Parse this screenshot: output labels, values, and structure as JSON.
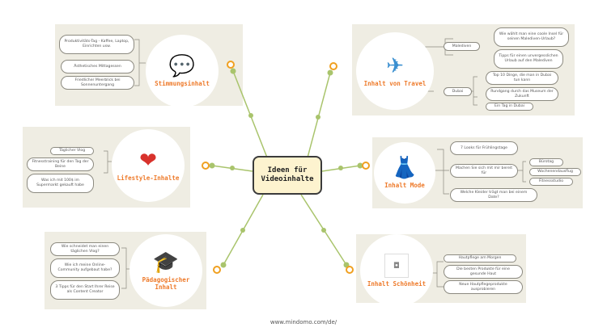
{
  "central": {
    "label": "Ideen für Videoinhalte"
  },
  "topics": [
    {
      "title": "Stimmungsinhalt",
      "icon": "heart-speech-bubble-icon",
      "items": [
        "Produktivitäts-Tag - Kaffee, Laptop, Einrichten usw.",
        "Ästhetisches Mittagessen",
        "Friedlicher Meerblick bei Sonnenuntergang"
      ]
    },
    {
      "title": "Inhalt von Travel",
      "icon": "airplane-icon",
      "items": [
        {
          "label": "Malediven",
          "children": [
            "Wie wählt man eine coole Insel für seinen Malediven-Urlaub?",
            "Tipps für einen unvergesslichen Urlaub auf den Malediven"
          ]
        },
        {
          "label": "Dubai",
          "children": [
            "Top 10 Dinge, die man in Dubai tun kann",
            "Rundgang durch das Museum der Zukunft",
            "Ein Tag in Dubai"
          ]
        }
      ]
    },
    {
      "title": "Lifestyle-Inhalte",
      "icon": "heart-fitness-icon",
      "items": [
        "Täglicher Vlog",
        "Fitnesstraining für den Tag der Beine",
        "Was ich mit 100$ im Supermarkt gekauft habe"
      ]
    },
    {
      "title": "Inhalt Mode",
      "icon": "dress-icon",
      "items": [
        {
          "label": "7 Looks für Frühlingstage"
        },
        {
          "label": "Machen Sie sich mit mir bereit für",
          "children": [
            "Bürotag",
            "Wochenendausflug",
            "Fitnessstudio"
          ]
        },
        {
          "label": "Welche Kleider trägt man bei einem Date?"
        }
      ]
    },
    {
      "title": "Pädagogischer Inhalt",
      "icon": "graduation-cap-icon",
      "items": [
        "Wie schneidet man einen täglichen Vlog?",
        "Wie ich meine Online-Community aufgebaut habe?",
        "3 Tipps für den Start Ihrer Reise als Content Creator"
      ]
    },
    {
      "title": "Inhalt Schönheit",
      "icon": "camera-placeholder-icon",
      "items": [
        "Hautpflege am Morgen",
        "Die besten Produkte für eine gesunde Haut",
        "Neue Hautpflegeprodukte ausprobieren"
      ]
    }
  ],
  "footer": "www.mindomo.com/de/",
  "colors": {
    "accent": "#ee7a2a",
    "line": "#a9c46c",
    "panel": "#efede3",
    "central_bg": "#fdf3cf"
  }
}
